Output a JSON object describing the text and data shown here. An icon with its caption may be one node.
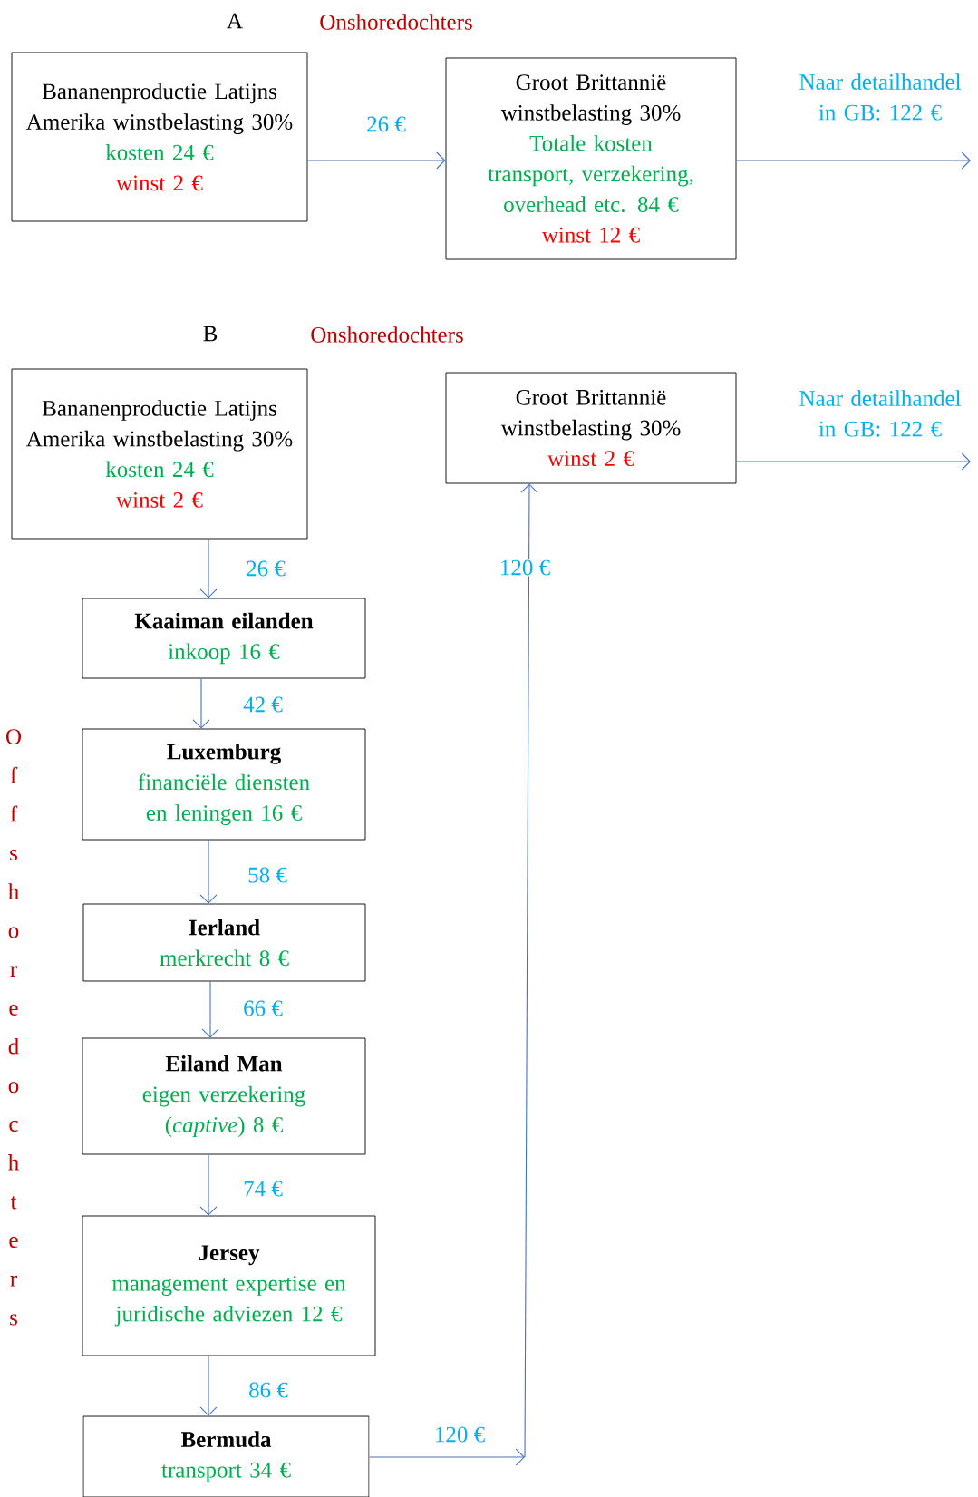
{
  "diagram": {
    "nodes": [
      {
        "text": [
          "Bananenproductie Latijns Amerika winstbelasting 30%",
          "kosten 24 €",
          "winst 2 €"
        ]
      },
      {
        "text": [
          "Groot Brittannië winstbelasting 30%",
          "Totale kosten transport, verzekering, overhead etc. 84 €",
          "winst 12 €"
        ]
      },
      {
        "text": [
          "Bananenproductie Latijns Amerika winstbelasting 30%",
          "kosten 24 €",
          "winst 2 €"
        ]
      },
      {
        "text": [
          "Groot Brittannië winstbelasting 30%",
          "winst 2 €"
        ]
      },
      {
        "text": [
          "Kaaiman eilanden",
          "inkoop 16 €"
        ]
      },
      {
        "text": [
          "Luxemburg",
          "financiële diensten en leningen 16 €"
        ]
      },
      {
        "text": [
          "Ierland",
          "merkrecht 8 €"
        ]
      },
      {
        "text": [
          "Eiland Man",
          "eigen verzekering (*captive*) 8 €"
        ]
      },
      {
        "text": [
          "Jersey",
          "management expertise en juridische adviezen 12 €"
        ]
      },
      {
        "text": [
          "Bermuda",
          "transport 34 €"
        ]
      }
    ],
    "edges": [
      {
        "from": 0,
        "to": 1,
        "arrow": "to",
        "label": "26 €"
      },
      {
        "from": 1,
        "to": null,
        "arrow": "to",
        "label": "Naar detailhandel in GB: 122 €"
      },
      {
        "from": 2,
        "to": 4,
        "arrow": "to",
        "label": "26 €"
      },
      {
        "from": 4,
        "to": 5,
        "arrow": "to",
        "label": "42 €"
      },
      {
        "from": 5,
        "to": 6,
        "arrow": "to",
        "label": "58 €"
      },
      {
        "from": 6,
        "to": 7,
        "arrow": "to",
        "label": "66 €"
      },
      {
        "from": 7,
        "to": 8,
        "arrow": "to",
        "label": "74 €"
      },
      {
        "from": 8,
        "to": 9,
        "arrow": "to",
        "label": "86 €"
      },
      {
        "from": 9,
        "to": null,
        "arrow": "to",
        "label": "120 €"
      },
      {
        "from": null,
        "to": 3,
        "arrow": "to",
        "label": "120 €"
      },
      {
        "from": 3,
        "to": null,
        "arrow": "to",
        "label": "Naar detailhandel in GB: 122 €"
      }
    ],
    "labels": [
      "A",
      "Onshoredochters",
      "B",
      "Onshoredochters",
      "Offshoredochters"
    ]
  }
}
